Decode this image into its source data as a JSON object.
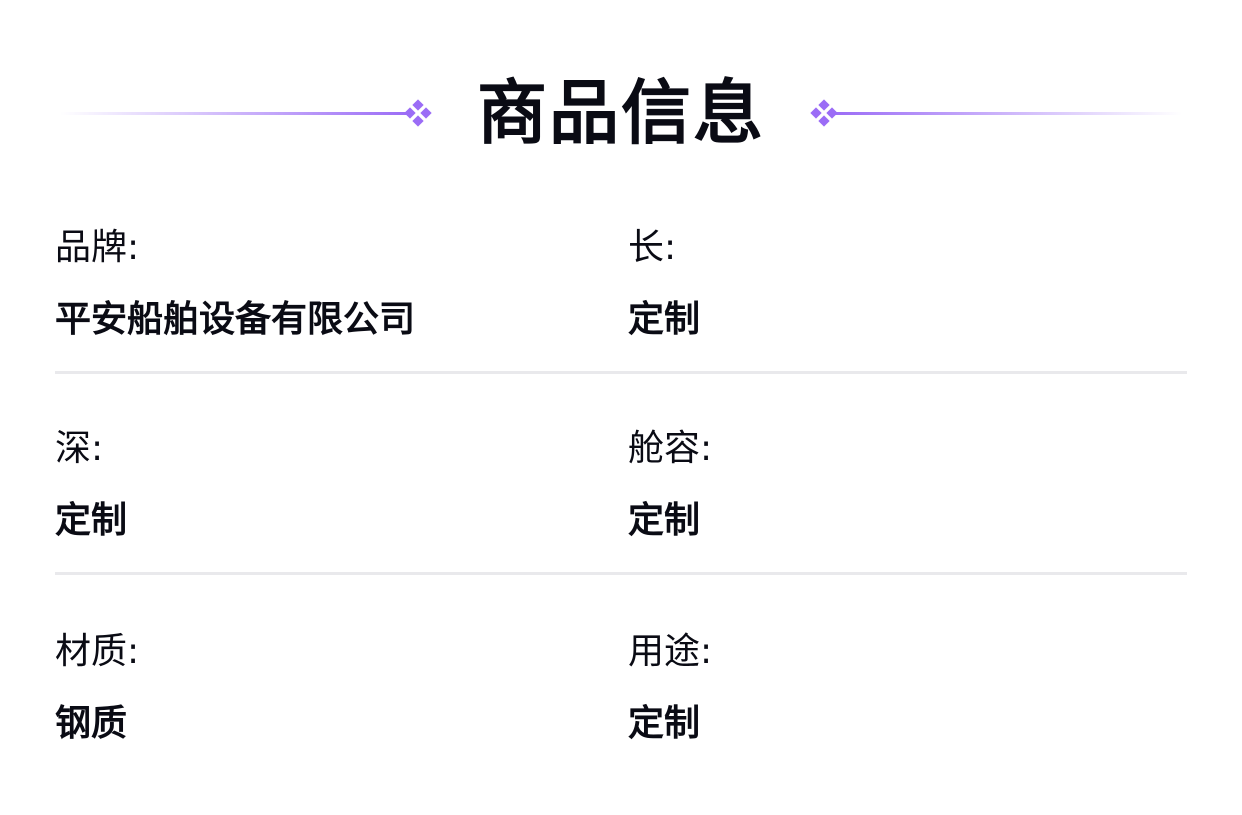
{
  "title": "商品信息",
  "colors": {
    "accent": "#9b6cf6",
    "divider": "#e9e9ec",
    "text": "#0a0b14"
  },
  "rows": [
    [
      {
        "label": "品牌:",
        "value": "平安船舶设备有限公司"
      },
      {
        "label": "长:",
        "value": "定制"
      }
    ],
    [
      {
        "label": "深:",
        "value": "定制"
      },
      {
        "label": "舱容:",
        "value": "定制"
      }
    ],
    [
      {
        "label": "材质:",
        "value": "钢质"
      },
      {
        "label": "用途:",
        "value": "定制"
      }
    ]
  ]
}
